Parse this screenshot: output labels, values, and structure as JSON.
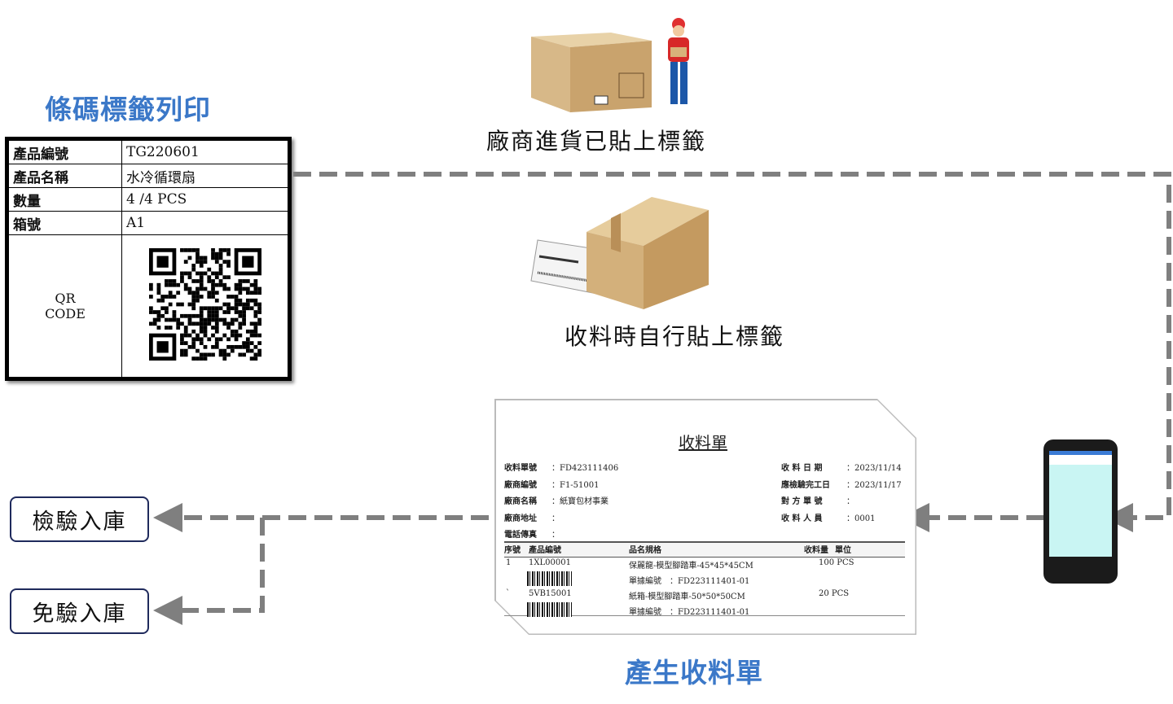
{
  "titles": {
    "barcode_print": "條碼標籤列印",
    "vendor_labeled": "廠商進貨已貼上標籤",
    "self_labeled": "收料時自行貼上標籤",
    "generate_receipt": "產生收料單"
  },
  "label": {
    "rows": [
      {
        "key": "產品編號",
        "value": "TG220601"
      },
      {
        "key": "產品名稱",
        "value": "水冷循環扇"
      },
      {
        "key": "數量",
        "value": "4 /4 PCS"
      },
      {
        "key": "箱號",
        "value": "A1"
      }
    ],
    "qr_label_1": "QR",
    "qr_label_2": "CODE"
  },
  "stores": {
    "inspect": "檢驗入庫",
    "no_inspect": "免驗入庫"
  },
  "receipt": {
    "title": "收料單",
    "left": [
      {
        "k": "收料單號",
        "v": "：FD423111406"
      },
      {
        "k": "廠商編號",
        "v": "：F1-51001"
      },
      {
        "k": "廠商名稱",
        "v": "：紙寶包材事業"
      },
      {
        "k": "廠商地址",
        "v": "："
      },
      {
        "k": "電話傳真",
        "v": "："
      }
    ],
    "right": [
      {
        "k": "收 料  日 期",
        "v": "：2023/11/14"
      },
      {
        "k": "應檢驗完工日",
        "v": "：2023/11/17"
      },
      {
        "k": "對 方  單 號",
        "v": "："
      },
      {
        "k": "收 料  人 員",
        "v": "：0001"
      }
    ],
    "headers": {
      "seq": "序號",
      "code": "產品編號",
      "name": "品名規格",
      "qty": "收料量",
      "unit": "單位"
    },
    "items": [
      {
        "seq": "1",
        "code": "1XL00001",
        "name": "保麗龍-模型腳踏車-45*45*45CM",
        "doc": "單據編號　：FD223111401-01",
        "qty": "100 PCS"
      },
      {
        "seq": "`",
        "code": "5VB15001",
        "name": "紙箱-模型腳踏車-50*50*50CM",
        "doc": "單據編號　：FD223111401-01",
        "qty": "20 PCS"
      }
    ]
  },
  "colors": {
    "accent": "#3b78c8",
    "dash": "#7f7f7f",
    "navy": "#1f2a5c"
  }
}
